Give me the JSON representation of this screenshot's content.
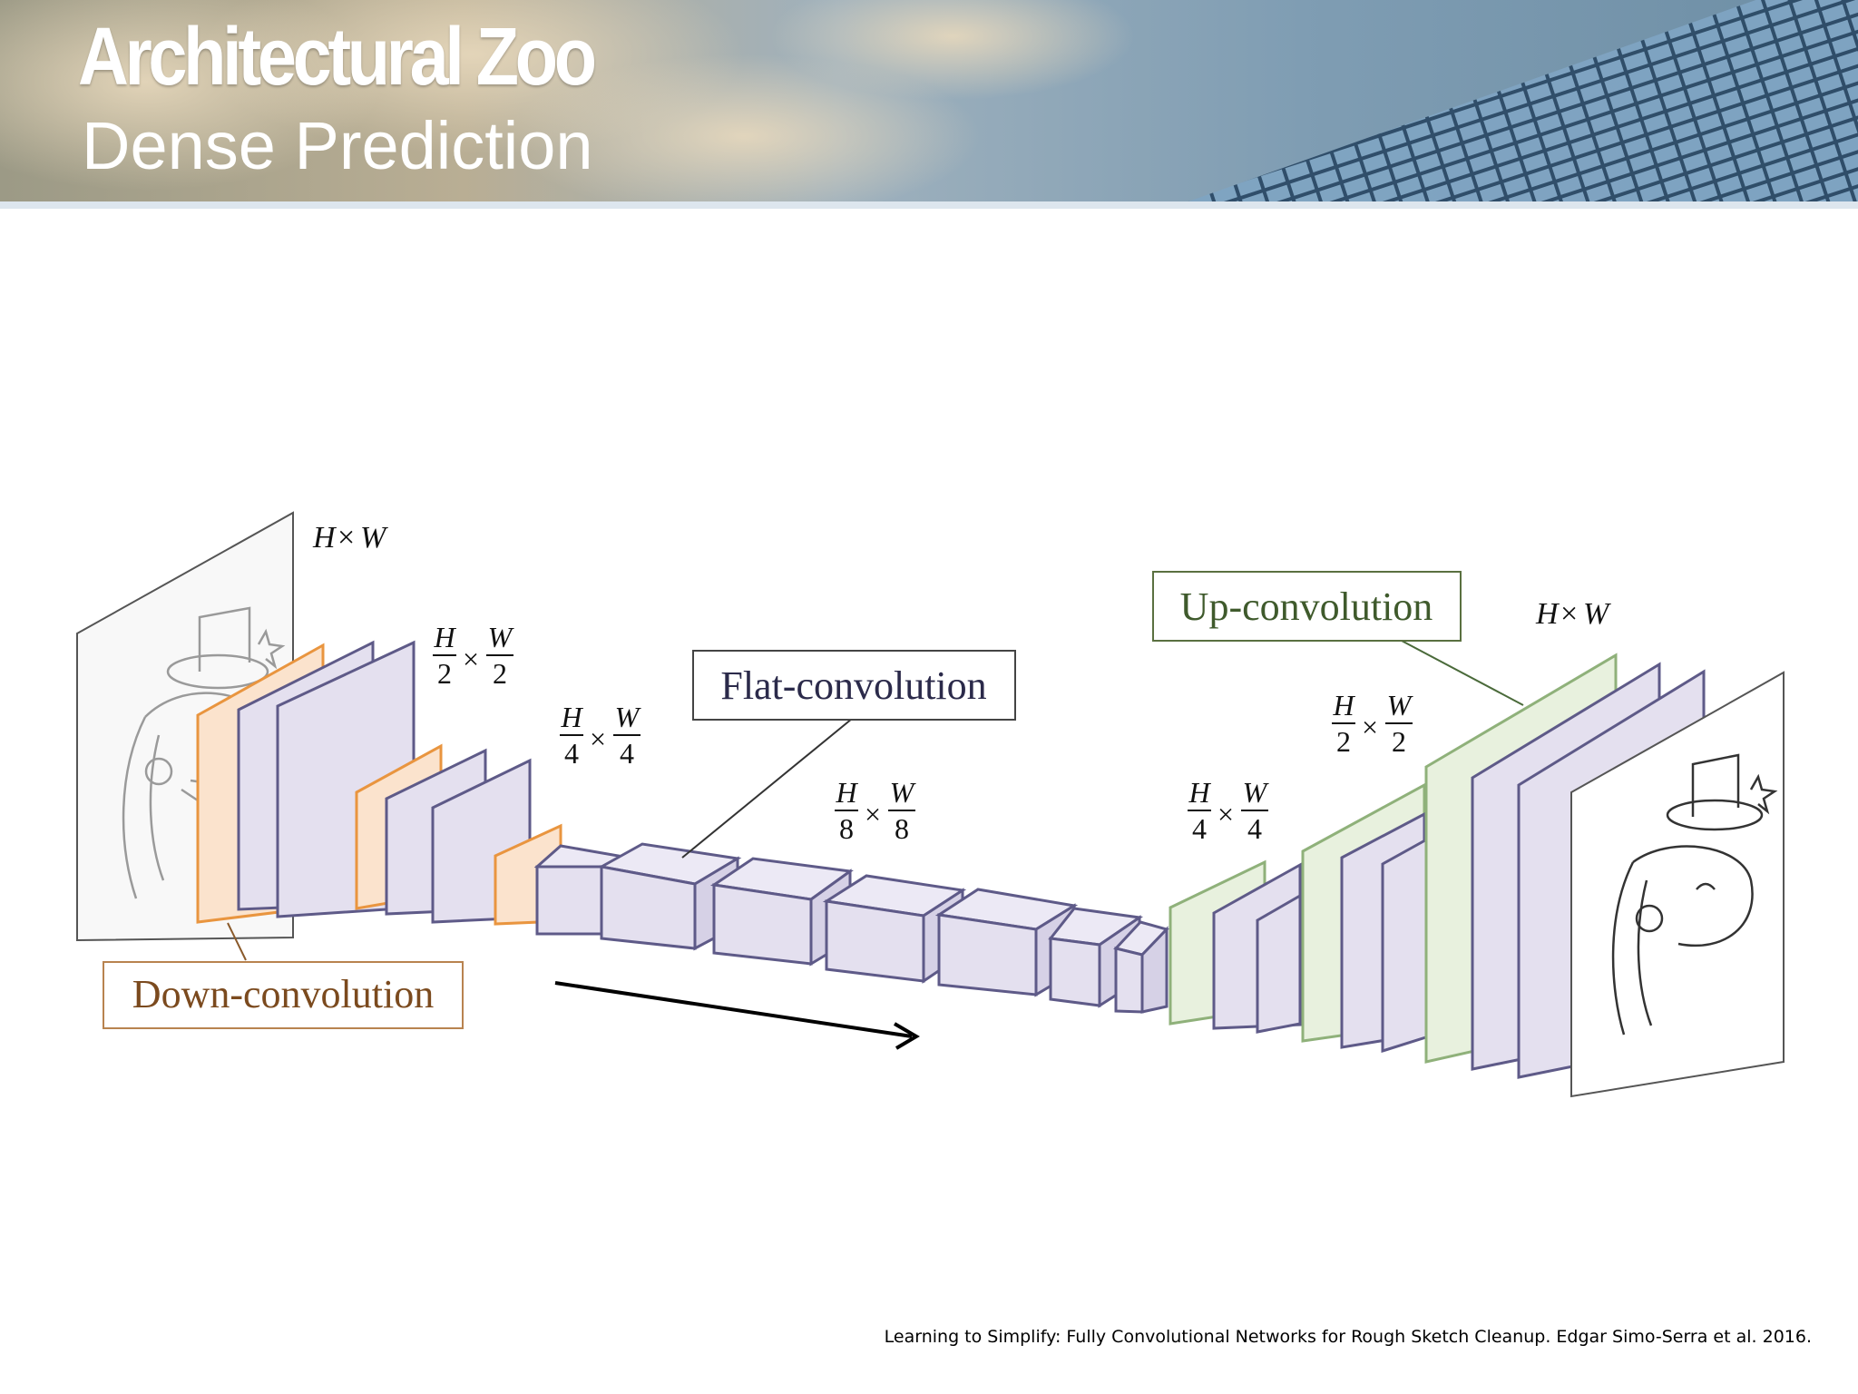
{
  "slide": {
    "title": "Architectural Zoo",
    "subtitle": "Dense Prediction",
    "citation": "Learning to Simplify: Fully Convolutional Networks for Rough Sketch Cleanup. Edgar Simo-Serra et al. 2016."
  },
  "diagram": {
    "labels": {
      "down_convolution": "Down-convolution",
      "flat_convolution": "Flat-convolution",
      "up_convolution": "Up-convolution"
    },
    "sizes": {
      "full": {
        "h": "H",
        "times": "×",
        "w": "W"
      },
      "half": {
        "num_h": "H",
        "den_h": "2",
        "num_w": "W",
        "den_w": "2"
      },
      "quarter": {
        "num_h": "H",
        "den_h": "4",
        "num_w": "W",
        "den_w": "4"
      },
      "eighth": {
        "num_h": "H",
        "den_h": "8",
        "num_w": "W",
        "den_w": "8"
      },
      "times": "×"
    },
    "colors": {
      "down": "#e9953f",
      "down_fill": "#fbe3cd",
      "flat": "#5e5a88",
      "flat_fill": "#e4e0ef",
      "up": "#8fb17a",
      "up_fill": "#e8f1de",
      "label_box": "#555555"
    }
  }
}
